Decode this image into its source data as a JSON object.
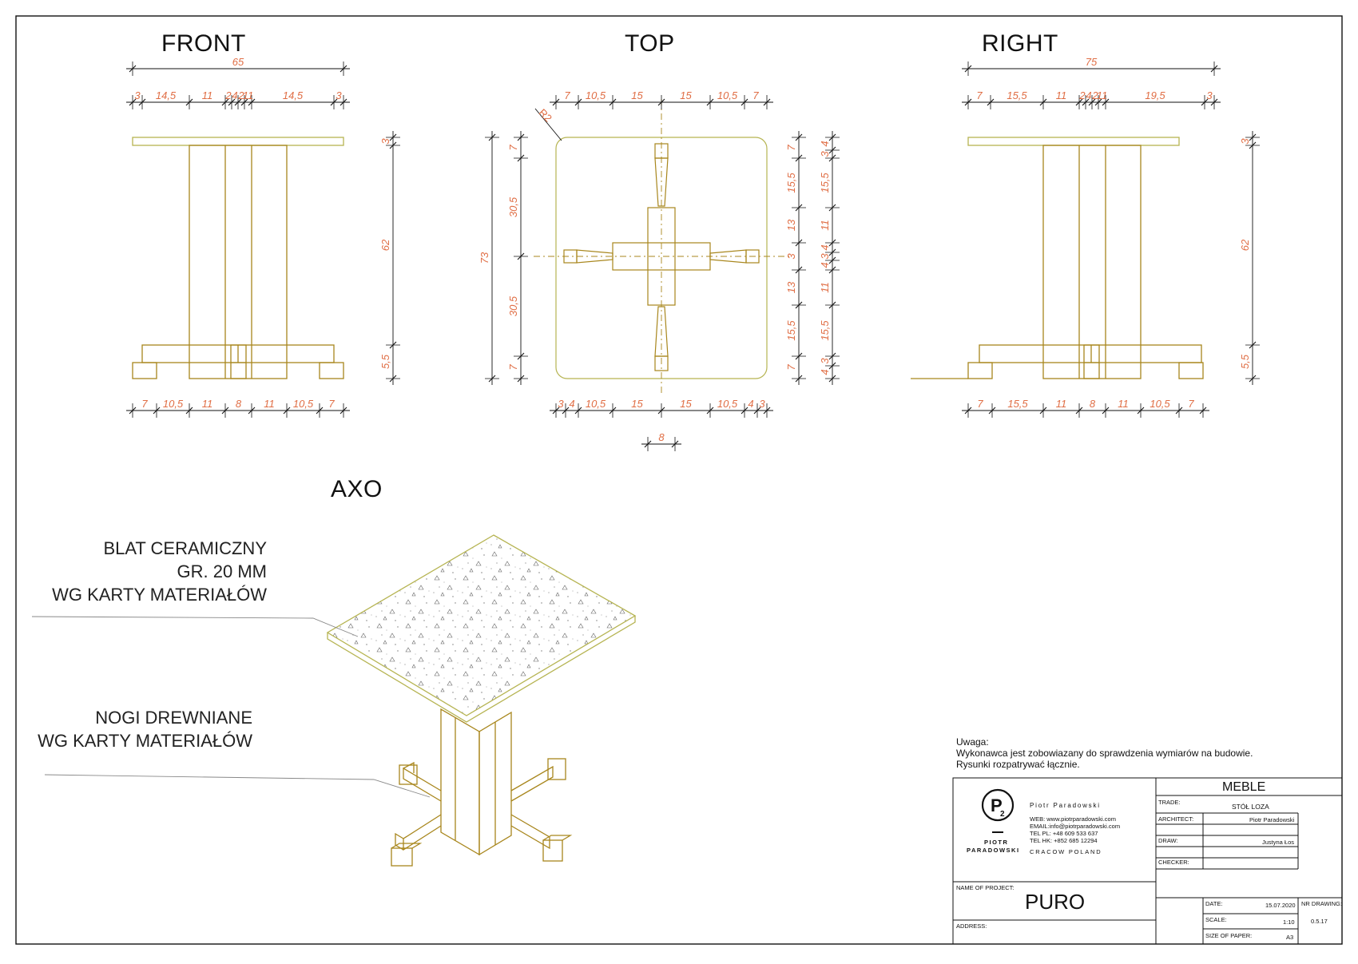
{
  "views": {
    "front": "FRONT",
    "top": "TOP",
    "right": "RIGHT",
    "axo": "AXO"
  },
  "dims": {
    "front_top": [
      "65"
    ],
    "front_mid": [
      "3",
      "14,5",
      "11",
      "2",
      "4",
      "2",
      "11",
      "14,5",
      "3"
    ],
    "front_bottom": [
      "7",
      "10,5",
      "11",
      "8",
      "11",
      "10,5",
      "7"
    ],
    "front_side": [
      "3",
      "62",
      "5,5"
    ],
    "top_top": [
      "7",
      "10,5",
      "15",
      "15",
      "10,5",
      "7"
    ],
    "top_radius": "R2",
    "top_left": [
      "7",
      "30,5",
      "30,5",
      "7"
    ],
    "top_left_total": "73",
    "top_right_a": [
      "7",
      "15,5",
      "13",
      "3",
      "13",
      "15,5",
      "7"
    ],
    "top_right_b": [
      "4",
      "3",
      "15,5",
      "11",
      "4",
      "3",
      "4",
      "11",
      "15,5",
      "3",
      "4"
    ],
    "top_bottom": [
      "3",
      "4",
      "10,5",
      "15",
      "15",
      "10,5",
      "4",
      "3"
    ],
    "top_leg": "8",
    "right_top": [
      "75"
    ],
    "right_mid": [
      "7",
      "15,5",
      "11",
      "2",
      "4",
      "2",
      "11",
      "19,5",
      "3"
    ],
    "right_bottom": [
      "7",
      "15,5",
      "11",
      "8",
      "11",
      "10,5",
      "7"
    ],
    "right_side": [
      "3",
      "62",
      "5,5"
    ]
  },
  "callouts": {
    "top_line1": "BLAT CERAMICZNY",
    "top_line2": "GR. 20 MM",
    "top_line3": "WG KARTY MATERIAŁÓW",
    "legs_line1": "NOGI DREWNIANE",
    "legs_line2": "WG KARTY MATERIAŁÓW"
  },
  "note": {
    "line1": "Uwaga:",
    "line2": "Wykonawca jest zobowiazany do sprawdzenia wymiarów na budowie.",
    "line3": "Rysunki rozpatrywać łącznie."
  },
  "titleblock": {
    "company": "Piotr Paradowski",
    "web": "WEB: www.piotrparadowski.com",
    "email": "EMAIL:info@piotrparadowski.com",
    "tel_pl": "TEL PL: +48 609 533 637",
    "tel_hk": "TEL HK: +852 685 12294",
    "city": "CRACOW POLAND",
    "logo_line1": "PIOTR",
    "logo_line2": "PARADOWSKI",
    "logo_letter": "P",
    "logo_sub": "2",
    "category": "MEBLE",
    "trade_label": "TRADE:",
    "trade_value": "STÓŁ LOZA",
    "architect_label": "ARCHITECT:",
    "architect_value": "Piotr Paradowski",
    "draw_label": "DRAW:",
    "draw_value": "Justyna Łos",
    "checker_label": "CHECKER:",
    "project_label": "NAME OF PROJECT:",
    "project_value": "PURO",
    "address_label": "ADDRESS:",
    "date_label": "DATE:",
    "date_value": "15.07.2020",
    "scale_label": "SCALE:",
    "scale_value": "1:10",
    "paper_label": "SIZE OF PAPER:",
    "paper_value": "A3",
    "nr_label": "NR DRAWING:",
    "nr_value": "0.5.17"
  },
  "colors": {
    "line": "#a8861c",
    "top_line": "#b6b452",
    "dim_text": "#e06e45",
    "dim_line": "#111111",
    "frame": "#111111"
  }
}
